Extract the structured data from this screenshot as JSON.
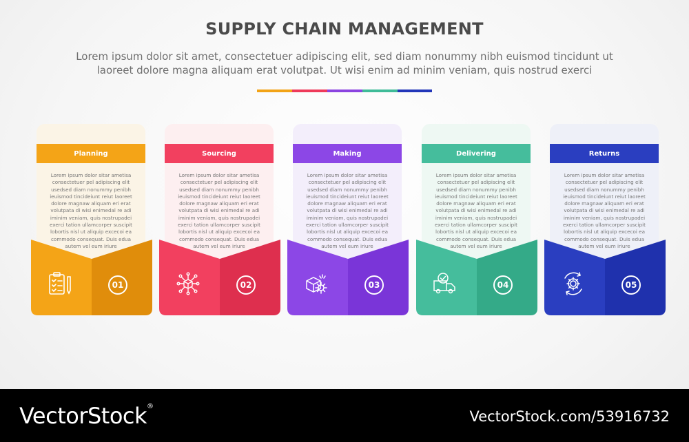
{
  "title": "SUPPLY CHAIN MANAGEMENT",
  "subtitle_line1": "Lorem ipsum dolor sit amet, consectetuer adipiscing elit, sed diam nonummy nibh euismod tincidunt ut",
  "subtitle_line2": "laoreet dolore magna aliquam erat volutpat. Ut wisi enim ad minim veniam, quis nostrud exerci",
  "divider_colors": [
    "#f2a316",
    "#ee3a5a",
    "#8b44e0",
    "#3fbb98",
    "#2236b9"
  ],
  "steps": [
    {
      "label": "Planning",
      "number": "01",
      "icon": "clipboard-checklist-icon",
      "color": "#f4a417",
      "dark": "#e08d0b",
      "tint": "#fbf4e6",
      "text": "Lorem ipsum dolor sitar ametisa consectetuer pel adipiscing elit usedsed diam nonummy penibh ieuismod tincideiunt reiut laoreet dolore magnaw aliquam eri erat volutpata di wisi enimedal re adi iminim veniam, quis nostrupadei exerci tation ullamcorper suscipit lobortis nisl ut aliquip excecoi ea commodo consequat. Duis edua autem vel eum iriure"
    },
    {
      "label": "Sourcing",
      "number": "02",
      "icon": "network-box-icon",
      "color": "#f2405f",
      "dark": "#de2f4e",
      "tint": "#fdeff0",
      "text": "Lorem ipsum dolor sitar ametisa consectetuer pel adipiscing elit usedsed diam nonummy penibh ieuismod tincideiunt reiut laoreet dolore magnaw aliquam eri erat volutpata di wisi enimedal re adi iminim veniam, quis nostrupadei exerci tation ullamcorper suscipit lobortis nisl ut aliquip excecoi ea commodo consequat. Duis edua autem vel eum iriure"
    },
    {
      "label": "Making",
      "number": "03",
      "icon": "box-gear-icon",
      "color": "#8c47e6",
      "dark": "#7a35d8",
      "tint": "#f3eefb",
      "text": "Lorem ipsum dolor sitar ametisa consectetuer pel adipiscing elit usedsed diam nonummy penibh ieuismod tincideiunt reiut laoreet dolore magnaw aliquam eri erat volutpata di wisi enimedal re adi iminim veniam, quis nostrupadei exerci tation ullamcorper suscipit lobortis nisl ut aliquip excecoi ea commodo consequat. Duis edua autem vel eum iriure"
    },
    {
      "label": "Delivering",
      "number": "04",
      "icon": "delivery-truck-icon",
      "color": "#45bd9c",
      "dark": "#34aa88",
      "tint": "#eef8f3",
      "text": "Lorem ipsum dolor sitar ametisa consectetuer pel adipiscing elit usedsed diam nonummy penibh ieuismod tincideiunt reiut laoreet dolore magnaw aliquam eri erat volutpata di wisi enimedal re adi iminim veniam, quis nostrupadei exerci tation ullamcorper suscipit lobortis nisl ut aliquip excecoi ea commodo consequat. Duis edua autem vel eum iriure"
    },
    {
      "label": "Returns",
      "number": "05",
      "icon": "gear-cycle-icon",
      "color": "#2a3ec0",
      "dark": "#1f31ad",
      "tint": "#eef0f8",
      "text": "Lorem ipsum dolor sitar ametisa consectetuer pel adipiscing elit usedsed diam nonummy penibh ieuismod tincideiunt reiut laoreet dolore magnaw aliquam eri erat volutpata di wisi enimedal re adi iminim veniam, quis nostrupadei exerci tation ullamcorper suscipit lobortis nisl ut aliquip excecoi ea commodo consequat. Duis edua autem vel eum iriure"
    }
  ],
  "footer": {
    "logo": "VectorStock",
    "reg": "®",
    "url": "VectorStock.com/53916732"
  }
}
